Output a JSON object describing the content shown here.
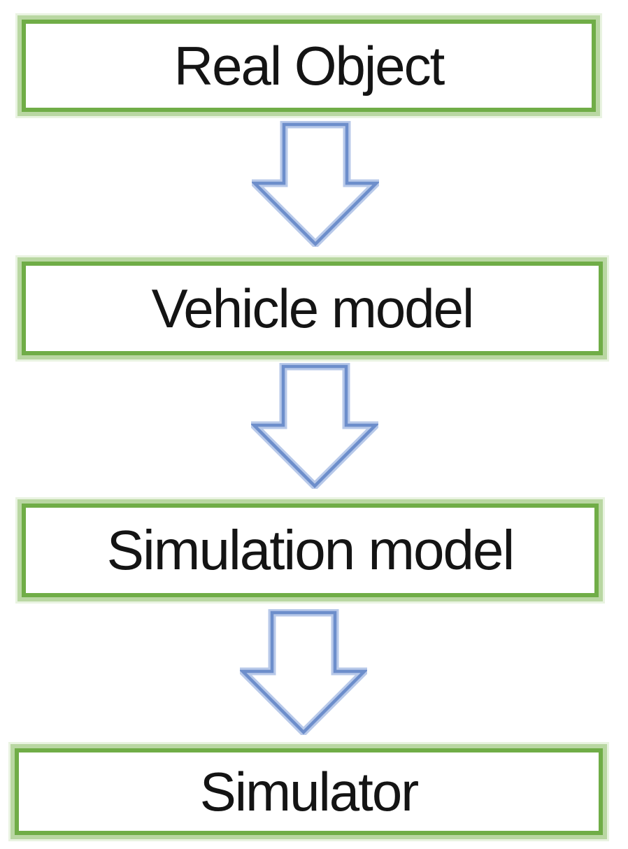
{
  "diagram": {
    "type": "flowchart",
    "direction": "top-to-bottom",
    "nodes": [
      {
        "id": "real-object",
        "label": "Real Object"
      },
      {
        "id": "vehicle-model",
        "label": "Vehicle model"
      },
      {
        "id": "simulation-model",
        "label": "Simulation model"
      },
      {
        "id": "simulator",
        "label": "Simulator"
      }
    ],
    "edges": [
      {
        "from": "real-object",
        "to": "vehicle-model",
        "style": "block-arrow-down"
      },
      {
        "from": "vehicle-model",
        "to": "simulation-model",
        "style": "block-arrow-down"
      },
      {
        "from": "simulation-model",
        "to": "simulator",
        "style": "block-arrow-down"
      }
    ],
    "colors": {
      "box_border_dark": "#70ad47",
      "box_border_light": "#b9d7a2",
      "box_border_halo": "#e9f3e1",
      "box_fill": "#ffffff",
      "arrow_outline": "#6d8ecb",
      "arrow_outline_light": "#b8c9e9",
      "arrow_fill": "#ffffff",
      "text": "#141414",
      "background": "#ffffff"
    }
  }
}
